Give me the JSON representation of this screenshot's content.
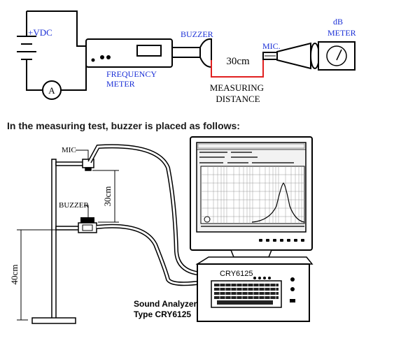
{
  "top_diagram": {
    "vdc_label": "+VDC",
    "ammeter_label": "A",
    "frequency_meter_label": [
      "FREQUENCY",
      "METER"
    ],
    "buzzer_label": "BUZZER",
    "distance_value": "30cm",
    "mic_label": "MIC.",
    "db_meter_label": [
      "dB",
      "METER"
    ],
    "measuring_distance_label": [
      "MEASURING",
      "DISTANCE"
    ]
  },
  "heading": "In the measuring test, buzzer is placed as follows:",
  "bottom_diagram": {
    "mic_label": "MIC",
    "buzzer_label": "BUZZER",
    "distance_30": "30cm",
    "distance_40": "40cm",
    "analyzer_brand": "CRY6125",
    "analyzer_caption": [
      "Sound Analyzer",
      "Type CRY6125"
    ]
  },
  "colors": {
    "label_blue": "#1a2fd6",
    "line": "#000000",
    "marker_red": "#e02020",
    "screen_bg": "#f2f2f2"
  }
}
